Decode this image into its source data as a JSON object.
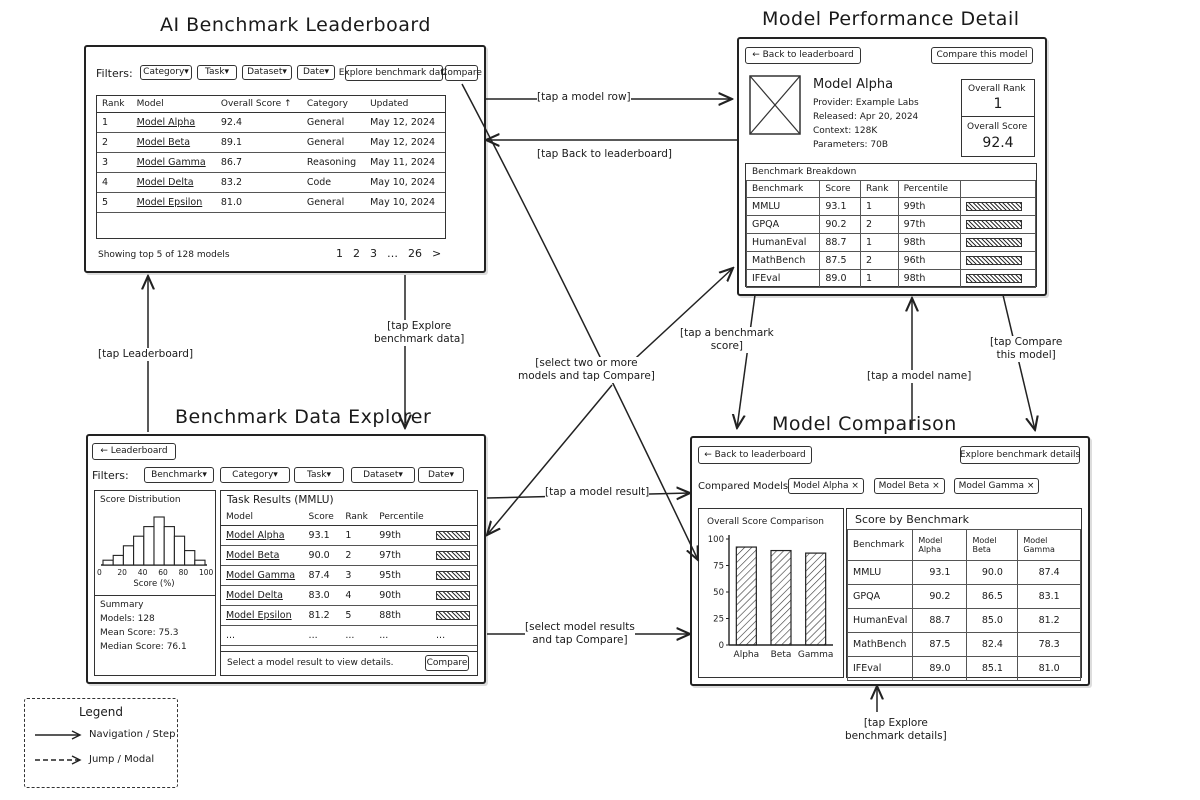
{
  "titles": {
    "leaderboard": "AI Benchmark Leaderboard",
    "detail": "Model Performance Detail",
    "explorer": "Benchmark Data Explorer",
    "comparison": "Model Comparison"
  },
  "leaderboard": {
    "filters_label": "Filters:",
    "filters": [
      "Category",
      "Task",
      "Dataset",
      "Date"
    ],
    "explore_button": "Explore benchmark data",
    "compare_button": "Compare",
    "headers": [
      "Rank",
      "Model",
      "Overall Score ↑",
      "Category",
      "Updated"
    ],
    "rows": [
      [
        "1",
        "Model Alpha",
        "92.4",
        "General",
        "May 12, 2024"
      ],
      [
        "2",
        "Model Beta",
        "89.1",
        "General",
        "May 12, 2024"
      ],
      [
        "3",
        "Model Gamma",
        "86.7",
        "Reasoning",
        "May 11, 2024"
      ],
      [
        "4",
        "Model Delta",
        "83.2",
        "Code",
        "May 10, 2024"
      ],
      [
        "5",
        "Model Epsilon",
        "81.0",
        "General",
        "May 10, 2024"
      ]
    ],
    "showing": "Showing top 5 of 128 models",
    "pagination": [
      "1",
      "2",
      "3",
      "…",
      "26",
      ">"
    ]
  },
  "detail": {
    "back_button": "← Back to leaderboard",
    "compare_button": "Compare this model",
    "model_name": "Model Alpha",
    "info": [
      "Provider: Example Labs",
      "Released: Apr 20, 2024",
      "Context: 128K",
      "Parameters: 70B"
    ],
    "rank_label": "Overall Rank",
    "rank_value": "1",
    "score_label": "Overall Score",
    "score_value": "92.4",
    "breakdown_title": "Benchmark Breakdown",
    "headers": [
      "Benchmark",
      "Score",
      "Rank",
      "Percentile"
    ],
    "rows": [
      [
        "MMLU",
        "93.1",
        "1",
        "99th"
      ],
      [
        "GPQA",
        "90.2",
        "2",
        "97th"
      ],
      [
        "HumanEval",
        "88.7",
        "1",
        "98th"
      ],
      [
        "MathBench",
        "87.5",
        "2",
        "96th"
      ],
      [
        "IFEval",
        "89.0",
        "1",
        "98th"
      ]
    ]
  },
  "explorer": {
    "back_button": "← Leaderboard",
    "filters_label": "Filters:",
    "filters": [
      "Benchmark",
      "Category",
      "Task",
      "Dataset",
      "Date"
    ],
    "dist_title": "Score Distribution",
    "dist_axis": [
      "0",
      "20",
      "40",
      "60",
      "80",
      "100"
    ],
    "dist_xlabel": "Score (%)",
    "summary_title": "Summary",
    "summary": [
      "Models: 128",
      "Mean Score: 75.3",
      "Median Score: 76.1"
    ],
    "results_title": "Task Results (MMLU)",
    "headers": [
      "Model",
      "Score",
      "Rank",
      "Percentile"
    ],
    "rows": [
      [
        "Model Alpha",
        "93.1",
        "1",
        "99th"
      ],
      [
        "Model Beta",
        "90.0",
        "2",
        "97th"
      ],
      [
        "Model Gamma",
        "87.4",
        "3",
        "95th"
      ],
      [
        "Model Delta",
        "83.0",
        "4",
        "90th"
      ],
      [
        "Model Epsilon",
        "81.2",
        "5",
        "88th"
      ],
      [
        "...",
        "...",
        "...",
        "..."
      ]
    ],
    "footer_text": "Select a model result to view details.",
    "compare_button": "Compare"
  },
  "comparison": {
    "back_button": "← Back to leaderboard",
    "explore_button": "Explore benchmark details",
    "compared_label": "Compared Models:",
    "chips": [
      "Model Alpha",
      "Model Beta",
      "Model Gamma"
    ],
    "chart_title": "Overall Score Comparison",
    "table_title": "Score by Benchmark",
    "headers": [
      "Benchmark",
      "Model Alpha",
      "Model Beta",
      "Model Gamma"
    ],
    "rows": [
      [
        "MMLU",
        "93.1",
        "90.0",
        "87.4"
      ],
      [
        "GPQA",
        "90.2",
        "86.5",
        "83.1"
      ],
      [
        "HumanEval",
        "88.7",
        "85.0",
        "81.2"
      ],
      [
        "MathBench",
        "87.5",
        "82.4",
        "78.3"
      ],
      [
        "IFEval",
        "89.0",
        "85.1",
        "81.0"
      ]
    ]
  },
  "annotations": {
    "tap_model_row": "[tap a model row]",
    "tap_back": "[tap Back to leaderboard]",
    "tap_explore": "[tap Explore\nbenchmark data]",
    "tap_leaderboard": "[tap Leaderboard]",
    "select_two": "[select two or more\nmodels and tap Compare]",
    "tap_bench_score": "[tap a benchmark\nscore]",
    "tap_compare_model": "[tap Compare\nthis model]",
    "tap_model_name": "[tap a model name]",
    "tap_model_result": "[tap a model result]",
    "select_results": "[select model results\nand tap Compare]",
    "tap_explore_details": "[tap Explore\nbenchmark details]"
  },
  "legend": {
    "title": "Legend",
    "items": [
      "Navigation / Step",
      "Jump / Modal"
    ]
  },
  "chart_data": [
    {
      "type": "bar",
      "title": "Score Distribution",
      "xlabel": "Score (%)",
      "ylabel": "",
      "categories": [
        "0",
        "10",
        "20",
        "30",
        "40",
        "50",
        "60",
        "70",
        "80",
        "90"
      ],
      "values": [
        1,
        2,
        4,
        6,
        8,
        10,
        8,
        6,
        3,
        1
      ],
      "xlim": [
        0,
        100
      ]
    },
    {
      "type": "bar",
      "title": "Overall Score Comparison",
      "xlabel": "",
      "ylabel": "",
      "categories": [
        "Alpha",
        "Beta",
        "Gamma"
      ],
      "values": [
        92.4,
        89.1,
        86.7
      ],
      "ylim": [
        0,
        100
      ],
      "yticks": [
        0,
        25,
        50,
        75,
        100
      ]
    }
  ]
}
